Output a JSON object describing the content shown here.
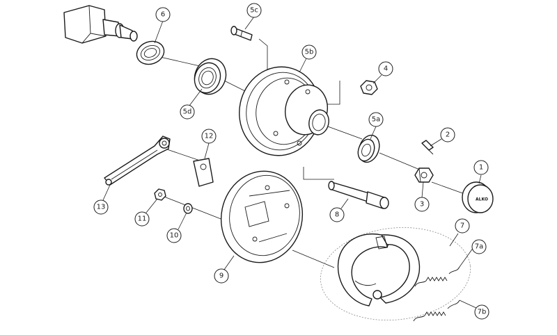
{
  "diagram": {
    "callouts": [
      {
        "id": "6",
        "label": "6"
      },
      {
        "id": "5c",
        "label": "5c"
      },
      {
        "id": "5b",
        "label": "5b"
      },
      {
        "id": "4",
        "label": "4"
      },
      {
        "id": "5d",
        "label": "5d"
      },
      {
        "id": "5a",
        "label": "5a"
      },
      {
        "id": "2",
        "label": "2"
      },
      {
        "id": "1",
        "label": "1"
      },
      {
        "id": "12",
        "label": "12"
      },
      {
        "id": "3",
        "label": "3"
      },
      {
        "id": "13",
        "label": "13"
      },
      {
        "id": "11",
        "label": "11"
      },
      {
        "id": "10",
        "label": "10"
      },
      {
        "id": "8",
        "label": "8"
      },
      {
        "id": "9",
        "label": "9"
      },
      {
        "id": "7",
        "label": "7"
      },
      {
        "id": "7a",
        "label": "7a"
      },
      {
        "id": "7b",
        "label": "7b"
      }
    ],
    "hubcap_logo": "ALKO"
  }
}
